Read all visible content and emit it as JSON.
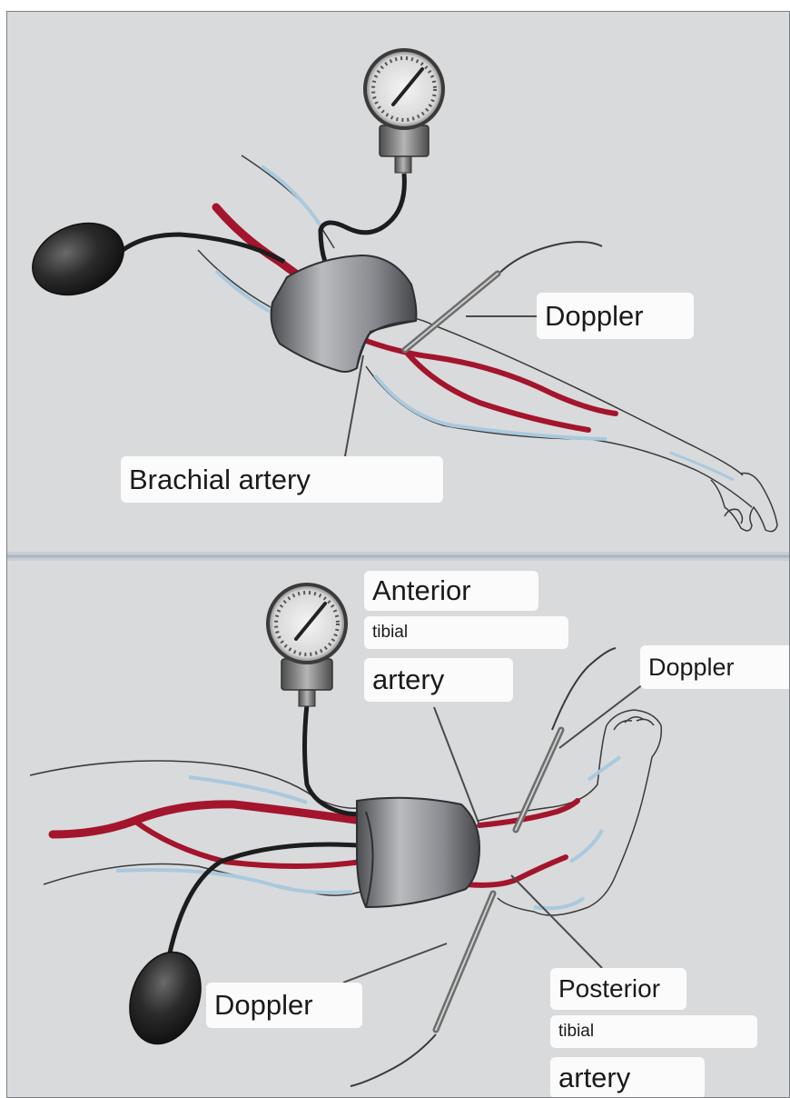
{
  "top_panel": {
    "labels": {
      "doppler": "Doppler",
      "brachial_artery": "Brachial artery"
    }
  },
  "bottom_panel": {
    "labels": {
      "anterior": "Anterior",
      "anterior_tibial": "tibial",
      "anterior_artery": "artery",
      "doppler_top": "Doppler",
      "doppler_bottom": "Doppler",
      "posterior": "Posterior",
      "posterior_tibial": "tibial",
      "posterior_artery": "artery"
    }
  },
  "colors": {
    "panel_background": "#d9dadb",
    "artery": "#a3152c",
    "vein": "#a9c9de",
    "cuff": "#6e7075",
    "bulb": "#262626",
    "label_background": "#fbfbfb",
    "divider": "#b9c3cf"
  }
}
